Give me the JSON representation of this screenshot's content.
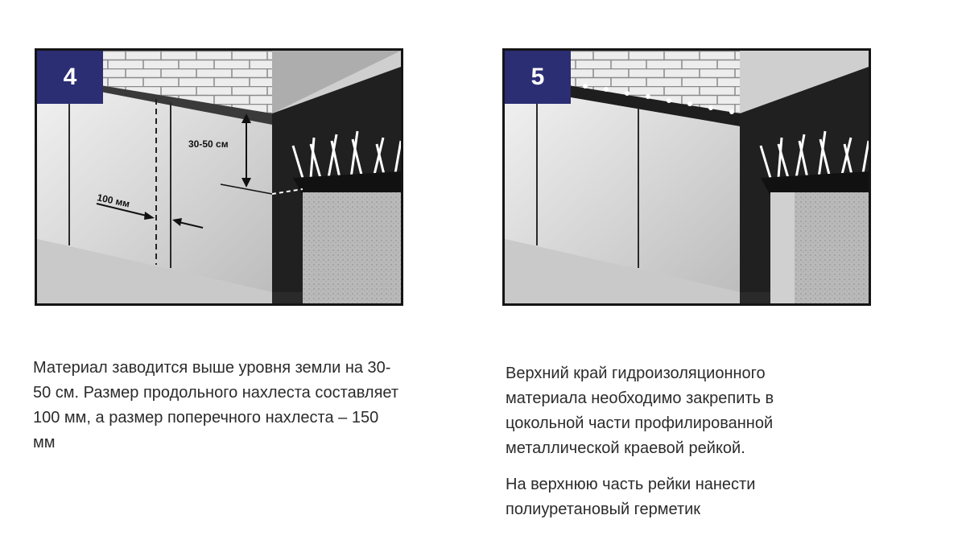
{
  "steps": [
    {
      "number": "4",
      "dimension_vertical": "30-50 см",
      "dimension_horizontal": "100 мм",
      "caption": "Материал заводится выше уровня земли на 30-50 см. Размер продольного нахлеста составляет 100 мм, а размер поперечного нахлеста – 150 мм"
    },
    {
      "number": "5",
      "caption_lines": [
        "Верхний край гидроизоляционного материала необходимо закрепить в цокольной части профилированной металлической краевой рейкой.",
        "На верхнюю часть рейки нанести полиуретановый герметик"
      ]
    }
  ],
  "colors": {
    "badge": "#2b2e73",
    "frame": "#151515",
    "text": "#2b2b2b"
  }
}
